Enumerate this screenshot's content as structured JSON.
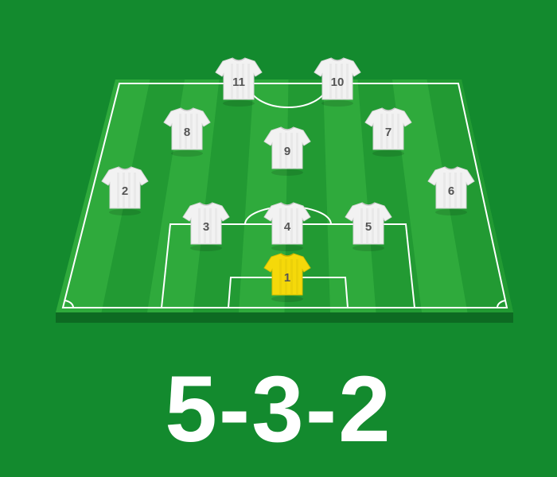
{
  "formation": "5-3-2",
  "colors": {
    "background": "#138a2e",
    "pitch_light": "#2faa3c",
    "pitch_dark": "#229a33",
    "pitch_edge": "#0d6a22",
    "lines": "#ffffff",
    "outfield_shirt": "#f2f2f2",
    "goalkeeper_shirt": "#f5d90a",
    "number_color": "#555555"
  },
  "players": [
    {
      "number": "1",
      "role": "goalkeeper"
    },
    {
      "number": "2",
      "role": "outfield"
    },
    {
      "number": "3",
      "role": "outfield"
    },
    {
      "number": "4",
      "role": "outfield"
    },
    {
      "number": "5",
      "role": "outfield"
    },
    {
      "number": "6",
      "role": "outfield"
    },
    {
      "number": "7",
      "role": "outfield"
    },
    {
      "number": "8",
      "role": "outfield"
    },
    {
      "number": "9",
      "role": "outfield"
    },
    {
      "number": "10",
      "role": "outfield"
    },
    {
      "number": "11",
      "role": "outfield"
    }
  ]
}
